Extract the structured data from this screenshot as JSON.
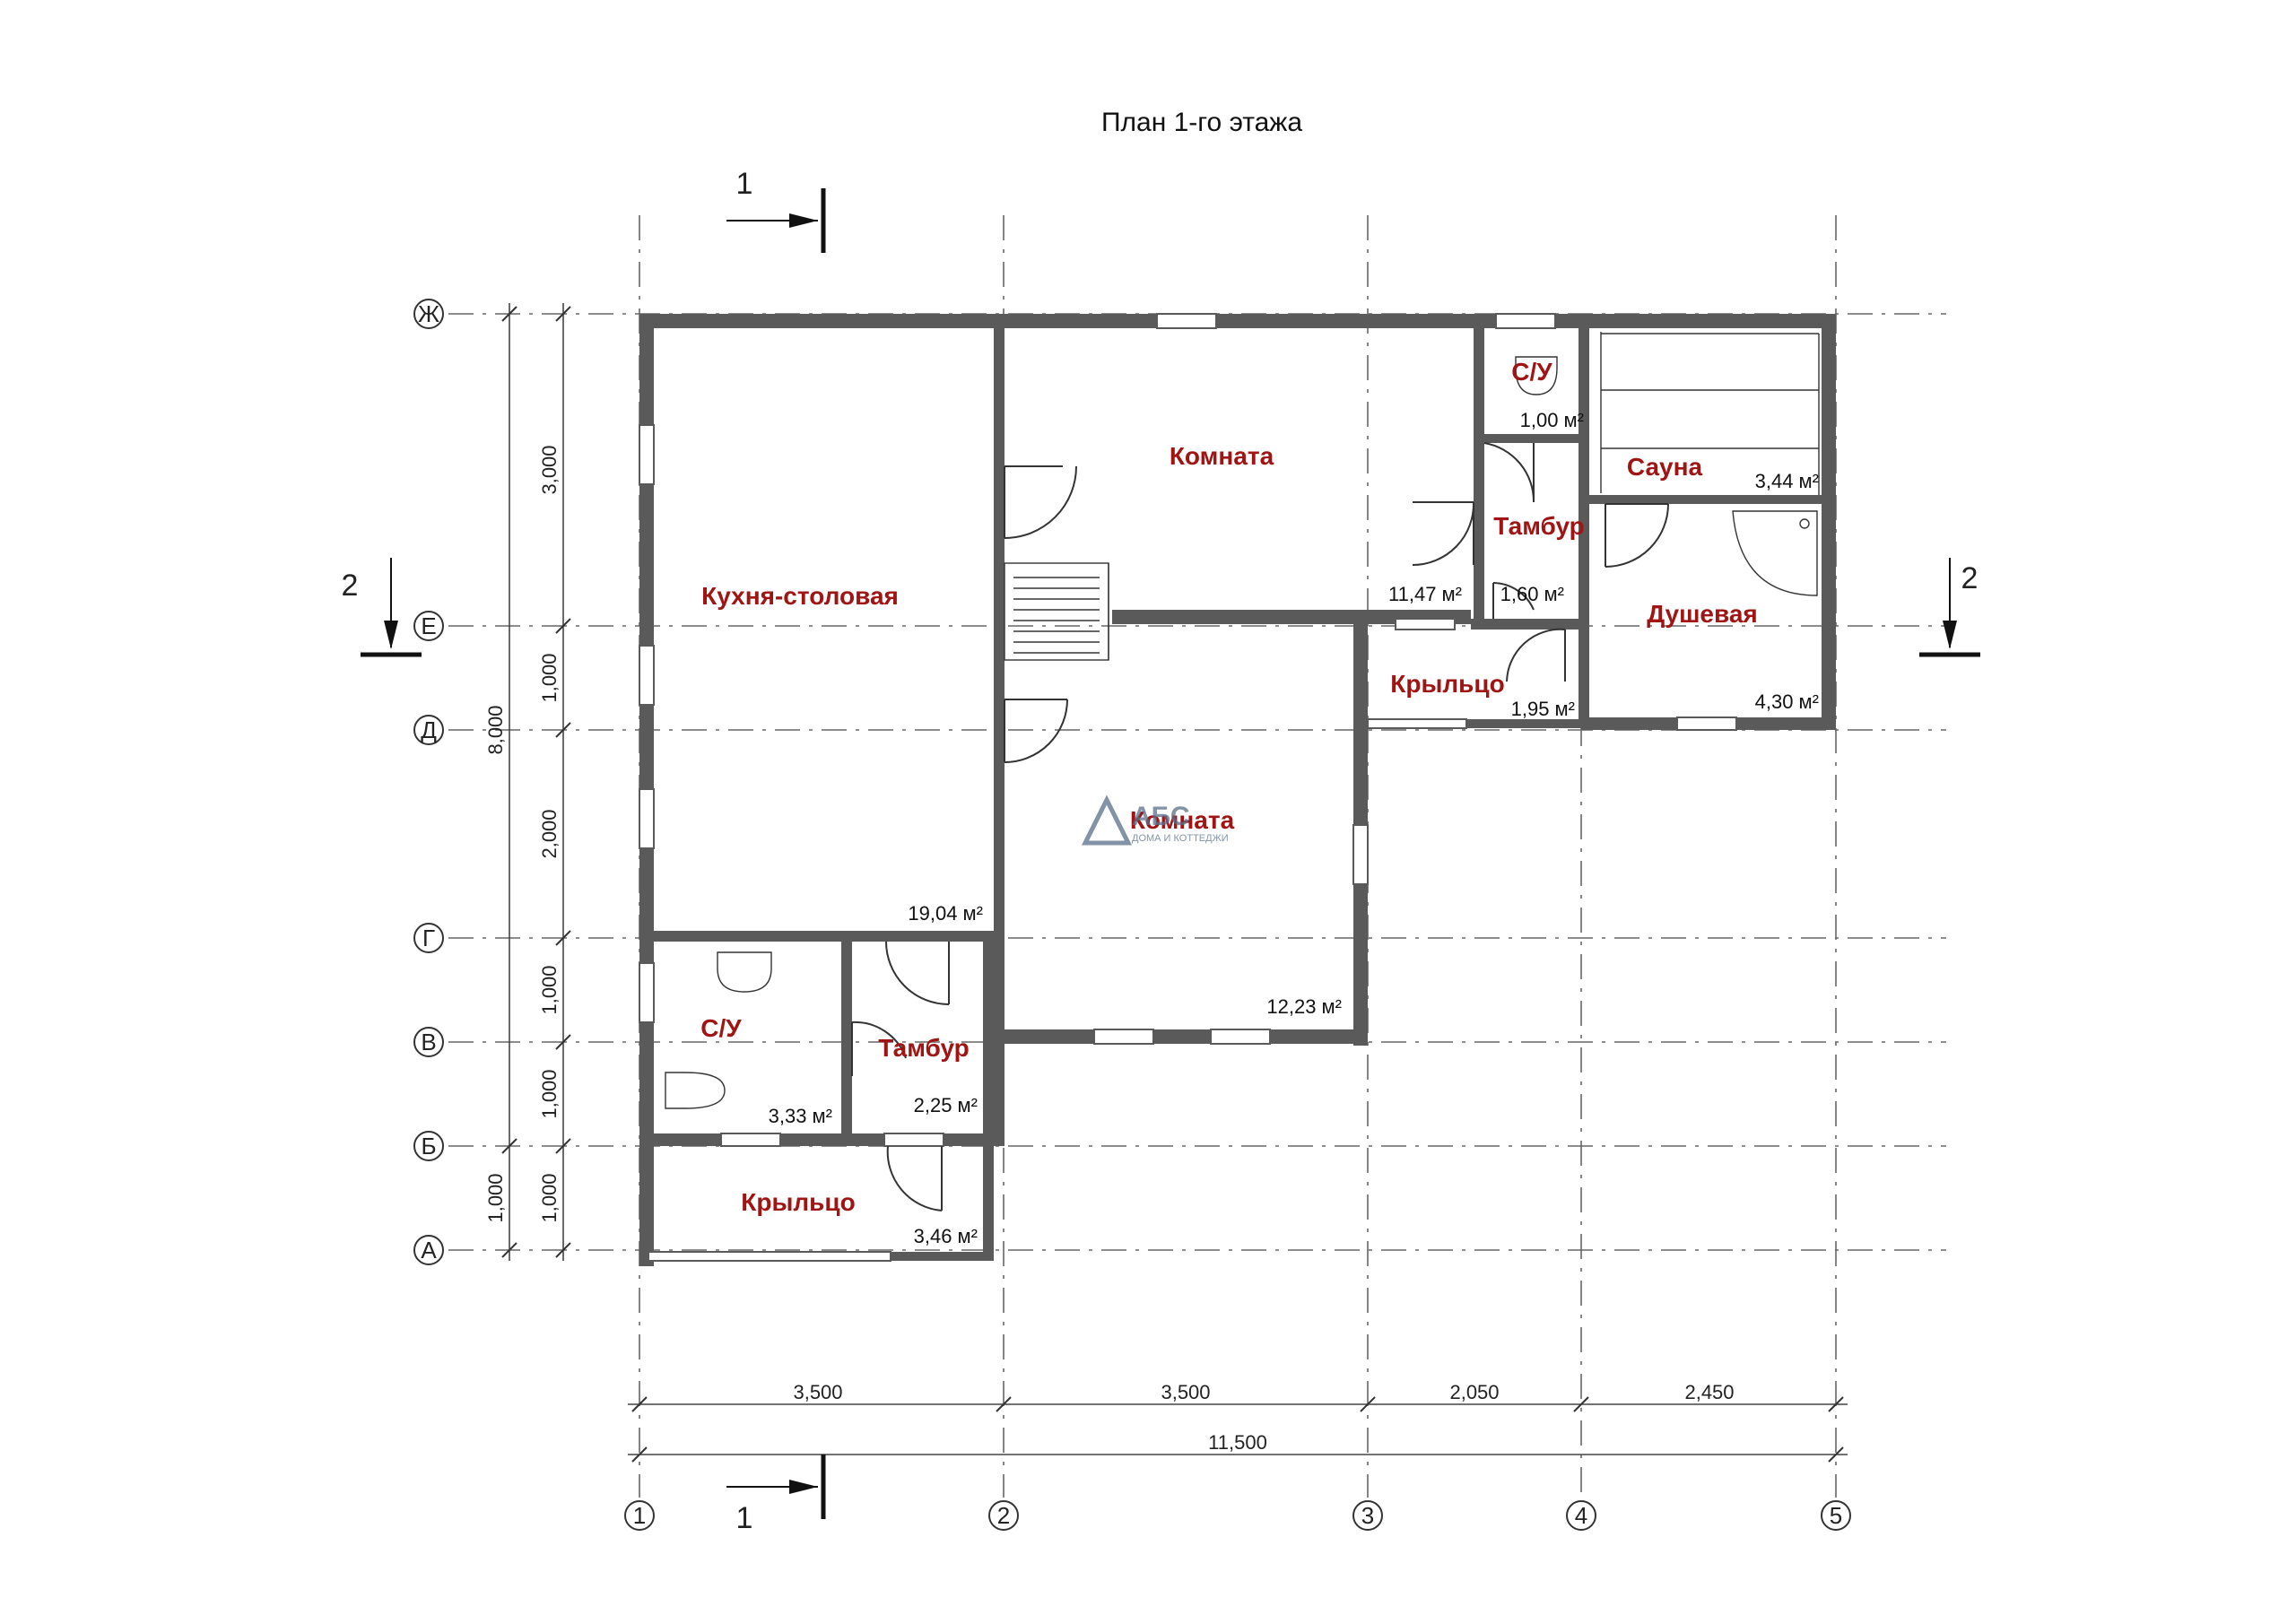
{
  "title": "План 1-го этажа",
  "section_labels": {
    "s1": "1",
    "s2": "2"
  },
  "axes": {
    "vertical": [
      "1",
      "2",
      "3",
      "4",
      "5"
    ],
    "horizontal": [
      "Ж",
      "Е",
      "Д",
      "Г",
      "В",
      "Б",
      "А"
    ]
  },
  "rooms": {
    "kitchen": {
      "name": "Кухня-столовая",
      "area": "19,04 м²"
    },
    "room_top": {
      "name": "Комната",
      "area": "11,47 м²"
    },
    "room_center": {
      "name": "Комната",
      "area": "12,23 м²"
    },
    "wc_top": {
      "name": "С/У",
      "area": "1,00 м²"
    },
    "sauna": {
      "name": "Сауна",
      "area": "3,44 м²"
    },
    "tambur_top": {
      "name": "Тамбур",
      "area": "1,60 м²"
    },
    "shower": {
      "name": "Душевая",
      "area": "4,30 м²"
    },
    "porch_right": {
      "name": "Крыльцо",
      "area": "1,95 м²"
    },
    "wc_bottom": {
      "name": "С/У",
      "area": "3,33 м²"
    },
    "tambur_bottom": {
      "name": "Тамбур",
      "area": "2,25 м²"
    },
    "porch_bottom": {
      "name": "Крыльцо",
      "area": "3,46 м²"
    }
  },
  "dimensions": {
    "bottom": [
      "3,500",
      "3,500",
      "2,050",
      "2,450"
    ],
    "bottom_total": "11,500",
    "left_inner": [
      "3,000",
      "1,000",
      "2,000",
      "1,000",
      "1,000",
      "1,000"
    ],
    "left_total": "8,000",
    "left_outer_extra": "1,000"
  },
  "watermark": {
    "brand": "АБС",
    "sub": "ДОМА И КОТТЕДЖИ"
  }
}
